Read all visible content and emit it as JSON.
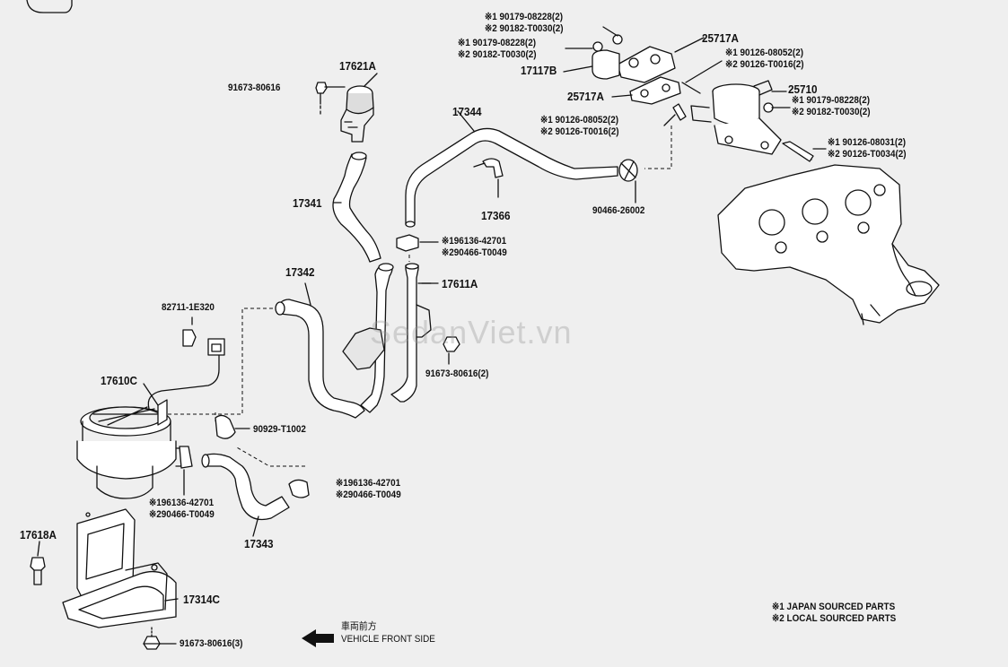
{
  "watermark": "SedanViet.vn",
  "parts": {
    "p17621A": "17621A",
    "p91673_80616": "91673-80616",
    "p17341": "17341",
    "p17342": "17342",
    "p82711": "82711-1E320",
    "p17610C": "17610C",
    "p90929": "90929-T1002",
    "p196136_mid": "※196136-42701",
    "p290466_mid": "※290466-T0049",
    "p17343": "17343",
    "p196136_low": "※196136-42701",
    "p290466_low": "※290466-T0049",
    "p17618A": "17618A",
    "p17314C": "17314C",
    "p91673_80616_3": "91673-80616(3)",
    "p17344": "17344",
    "p17366": "17366",
    "p196136_top": "※196136-42701",
    "p290466_top": "※290466-T0049",
    "p17611A": "17611A",
    "p91673_80616_2": "91673-80616(2)",
    "p90466": "90466-26002",
    "p25717A_top": "25717A",
    "p17117B": "17117B",
    "p25717A_mid": "25717A",
    "p25710": "25710",
    "n1_90179_a": "※1 90179-08228(2)",
    "n2_90182_a": "※2 90182-T0030(2)",
    "n1_90179_b": "※1 90179-08228(2)",
    "n2_90182_b": "※2 90182-T0030(2)",
    "n1_90126_08052_r": "※1 90126-08052(2)",
    "n2_90126_T0016_r": "※2 90126-T0016(2)",
    "n1_90179_c": "※1 90179-08228(2)",
    "n2_90182_c": "※2 90182-T0030(2)",
    "n1_90126_08052_l": "※1 90126-08052(2)",
    "n2_90126_T0016_l": "※2 90126-T0016(2)",
    "n1_90126_08031": "※1 90126-08031(2)",
    "n2_90126_T0034": "※2 90126-T0034(2)"
  },
  "legend": {
    "note1": "※1 JAPAN SOURCED PARTS",
    "note2": "※2 LOCAL SOURCED PARTS"
  },
  "direction": {
    "jp": "車両前方",
    "en": "VEHICLE FRONT SIDE"
  }
}
